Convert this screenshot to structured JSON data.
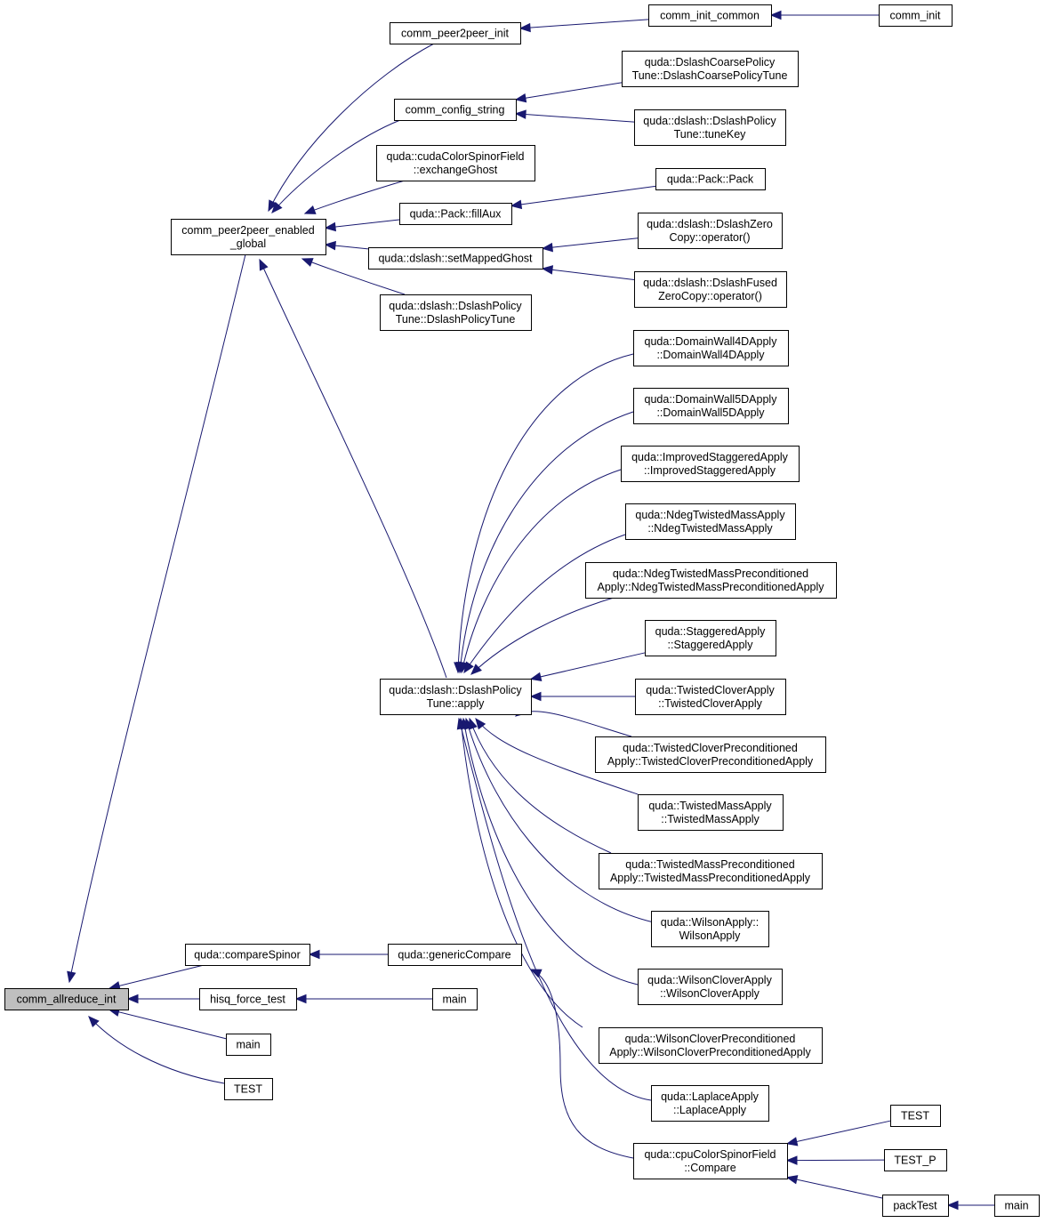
{
  "diagram": {
    "type": "call-graph",
    "edge_color": "#191970",
    "root_fill": "#bfbfbf",
    "nodes": [
      {
        "id": "comm_allreduce_int",
        "lines": [
          "comm_allreduce_int"
        ],
        "root": true
      },
      {
        "id": "comm_p2p_enabled_global",
        "lines": [
          "comm_peer2peer_enabled",
          "_global"
        ]
      },
      {
        "id": "comm_p2p_init",
        "lines": [
          "comm_peer2peer_init"
        ]
      },
      {
        "id": "comm_init_common",
        "lines": [
          "comm_init_common"
        ]
      },
      {
        "id": "comm_init",
        "lines": [
          "comm_init"
        ]
      },
      {
        "id": "comm_config_string",
        "lines": [
          "comm_config_string"
        ]
      },
      {
        "id": "coarse_policy_tune",
        "lines": [
          "quda::DslashCoarsePolicy",
          "Tune::DslashCoarsePolicyTune"
        ]
      },
      {
        "id": "policy_tune_key",
        "lines": [
          "quda::dslash::DslashPolicy",
          "Tune::tuneKey"
        ]
      },
      {
        "id": "cuda_exchange_ghost",
        "lines": [
          "quda::cudaColorSpinorField",
          "::exchangeGhost"
        ]
      },
      {
        "id": "pack_fillaux",
        "lines": [
          "quda::Pack::fillAux"
        ]
      },
      {
        "id": "pack_pack",
        "lines": [
          "quda::Pack::Pack"
        ]
      },
      {
        "id": "set_mapped_ghost",
        "lines": [
          "quda::dslash::setMappedGhost"
        ]
      },
      {
        "id": "zero_copy_op",
        "lines": [
          "quda::dslash::DslashZero",
          "Copy::operator()"
        ]
      },
      {
        "id": "fused_zero_copy_op",
        "lines": [
          "quda::dslash::DslashFused",
          "ZeroCopy::operator()"
        ]
      },
      {
        "id": "policy_tune_ctor",
        "lines": [
          "quda::dslash::DslashPolicy",
          "Tune::DslashPolicyTune"
        ]
      },
      {
        "id": "dw4d",
        "lines": [
          "quda::DomainWall4DApply",
          "::DomainWall4DApply"
        ]
      },
      {
        "id": "dw5d",
        "lines": [
          "quda::DomainWall5DApply",
          "::DomainWall5DApply"
        ]
      },
      {
        "id": "improved_staggered",
        "lines": [
          "quda::ImprovedStaggeredApply",
          "::ImprovedStaggeredApply"
        ]
      },
      {
        "id": "ndeg_tm",
        "lines": [
          "quda::NdegTwistedMassApply",
          "::NdegTwistedMassApply"
        ]
      },
      {
        "id": "ndeg_tm_prec",
        "lines": [
          "quda::NdegTwistedMassPreconditioned",
          "Apply::NdegTwistedMassPreconditionedApply"
        ]
      },
      {
        "id": "staggered",
        "lines": [
          "quda::StaggeredApply",
          "::StaggeredApply"
        ]
      },
      {
        "id": "policy_apply",
        "lines": [
          "quda::dslash::DslashPolicy",
          "Tune::apply"
        ]
      },
      {
        "id": "tw_clover",
        "lines": [
          "quda::TwistedCloverApply",
          "::TwistedCloverApply"
        ]
      },
      {
        "id": "tw_clover_prec",
        "lines": [
          "quda::TwistedCloverPreconditioned",
          "Apply::TwistedCloverPreconditionedApply"
        ]
      },
      {
        "id": "tw_mass",
        "lines": [
          "quda::TwistedMassApply",
          "::TwistedMassApply"
        ]
      },
      {
        "id": "tw_mass_prec",
        "lines": [
          "quda::TwistedMassPreconditioned",
          "Apply::TwistedMassPreconditionedApply"
        ]
      },
      {
        "id": "wilson",
        "lines": [
          "quda::WilsonApply::",
          "WilsonApply"
        ]
      },
      {
        "id": "wilson_clover",
        "lines": [
          "quda::WilsonCloverApply",
          "::WilsonCloverApply"
        ]
      },
      {
        "id": "wilson_clover_prec",
        "lines": [
          "quda::WilsonCloverPreconditioned",
          "Apply::WilsonCloverPreconditionedApply"
        ]
      },
      {
        "id": "laplace",
        "lines": [
          "quda::LaplaceApply",
          "::LaplaceApply"
        ]
      },
      {
        "id": "compare_spinor",
        "lines": [
          "quda::compareSpinor"
        ]
      },
      {
        "id": "generic_compare",
        "lines": [
          "quda::genericCompare"
        ]
      },
      {
        "id": "hisq_force_test",
        "lines": [
          "hisq_force_test"
        ]
      },
      {
        "id": "main_hisq",
        "lines": [
          "main"
        ]
      },
      {
        "id": "main_a",
        "lines": [
          "main"
        ]
      },
      {
        "id": "test_a",
        "lines": [
          "TEST"
        ]
      },
      {
        "id": "cpu_compare",
        "lines": [
          "quda::cpuColorSpinorField",
          "::Compare"
        ]
      },
      {
        "id": "test_b",
        "lines": [
          "TEST"
        ]
      },
      {
        "id": "test_p",
        "lines": [
          "TEST_P"
        ]
      },
      {
        "id": "pack_test",
        "lines": [
          "packTest"
        ]
      },
      {
        "id": "main_pack",
        "lines": [
          "main"
        ]
      }
    ],
    "edges": [
      {
        "from": "comm_p2p_enabled_global",
        "to": "comm_allreduce_int"
      },
      {
        "from": "compare_spinor",
        "to": "comm_allreduce_int"
      },
      {
        "from": "hisq_force_test",
        "to": "comm_allreduce_int"
      },
      {
        "from": "main_a",
        "to": "comm_allreduce_int"
      },
      {
        "from": "test_a",
        "to": "comm_allreduce_int"
      },
      {
        "from": "comm_p2p_init",
        "to": "comm_p2p_enabled_global"
      },
      {
        "from": "comm_config_string",
        "to": "comm_p2p_enabled_global"
      },
      {
        "from": "cuda_exchange_ghost",
        "to": "comm_p2p_enabled_global"
      },
      {
        "from": "pack_fillaux",
        "to": "comm_p2p_enabled_global"
      },
      {
        "from": "set_mapped_ghost",
        "to": "comm_p2p_enabled_global"
      },
      {
        "from": "policy_tune_ctor",
        "to": "comm_p2p_enabled_global"
      },
      {
        "from": "policy_apply",
        "to": "comm_p2p_enabled_global"
      },
      {
        "from": "comm_init_common",
        "to": "comm_p2p_init"
      },
      {
        "from": "comm_init",
        "to": "comm_init_common"
      },
      {
        "from": "coarse_policy_tune",
        "to": "comm_config_string"
      },
      {
        "from": "policy_tune_key",
        "to": "comm_config_string"
      },
      {
        "from": "pack_pack",
        "to": "pack_fillaux"
      },
      {
        "from": "zero_copy_op",
        "to": "set_mapped_ghost"
      },
      {
        "from": "fused_zero_copy_op",
        "to": "set_mapped_ghost"
      },
      {
        "from": "dw4d",
        "to": "policy_apply"
      },
      {
        "from": "dw5d",
        "to": "policy_apply"
      },
      {
        "from": "improved_staggered",
        "to": "policy_apply"
      },
      {
        "from": "ndeg_tm",
        "to": "policy_apply"
      },
      {
        "from": "ndeg_tm_prec",
        "to": "policy_apply"
      },
      {
        "from": "staggered",
        "to": "policy_apply"
      },
      {
        "from": "tw_clover",
        "to": "policy_apply"
      },
      {
        "from": "tw_clover_prec",
        "to": "policy_apply"
      },
      {
        "from": "tw_mass",
        "to": "policy_apply"
      },
      {
        "from": "tw_mass_prec",
        "to": "policy_apply"
      },
      {
        "from": "wilson",
        "to": "policy_apply"
      },
      {
        "from": "wilson_clover",
        "to": "policy_apply"
      },
      {
        "from": "wilson_clover_prec",
        "to": "policy_apply"
      },
      {
        "from": "laplace",
        "to": "policy_apply"
      },
      {
        "from": "generic_compare",
        "to": "compare_spinor"
      },
      {
        "from": "main_hisq",
        "to": "hisq_force_test"
      },
      {
        "from": "cpu_compare",
        "to": "generic_compare"
      },
      {
        "from": "test_b",
        "to": "cpu_compare"
      },
      {
        "from": "test_p",
        "to": "cpu_compare"
      },
      {
        "from": "pack_test",
        "to": "cpu_compare"
      },
      {
        "from": "main_pack",
        "to": "pack_test"
      }
    ]
  }
}
